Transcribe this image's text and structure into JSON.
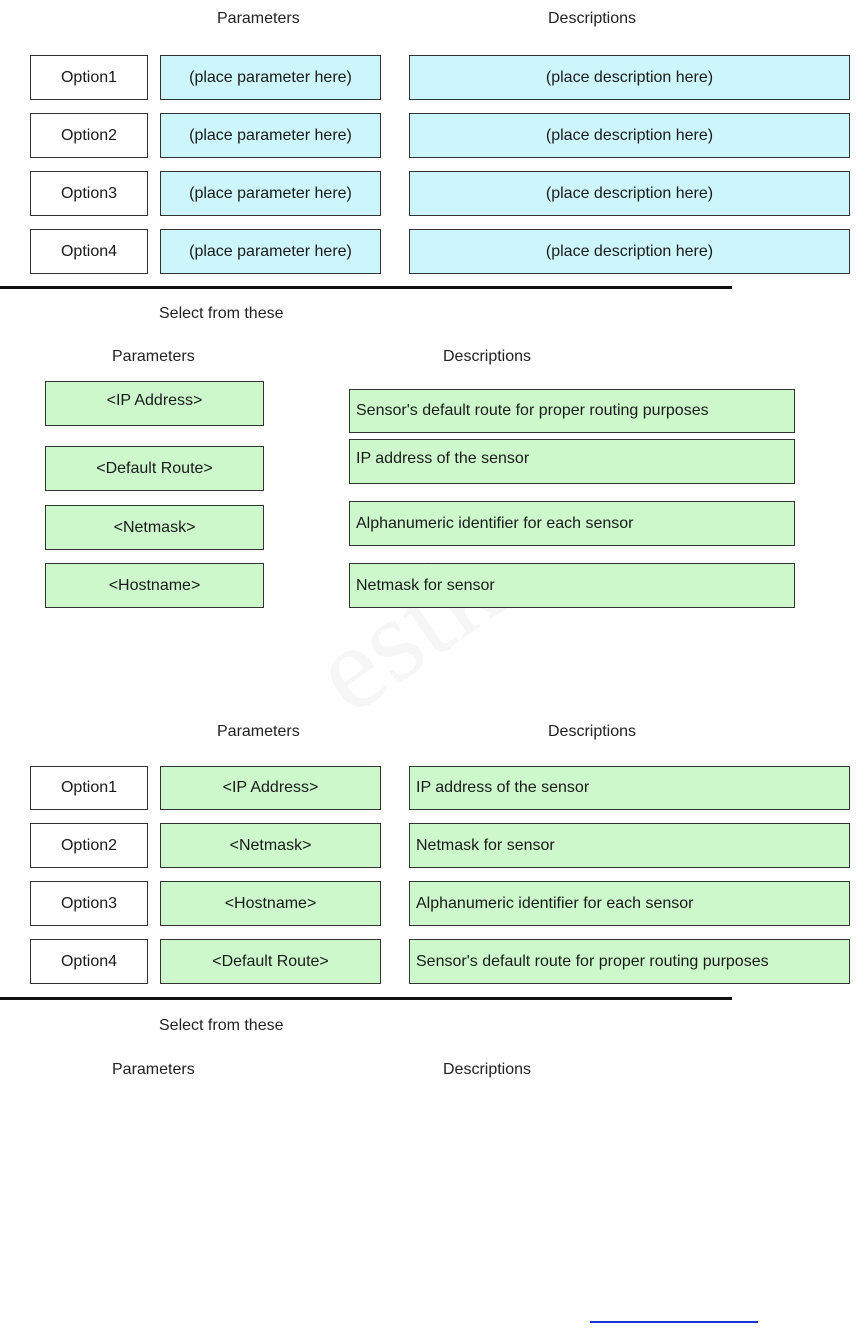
{
  "section1": {
    "header_parameters": "Parameters",
    "header_descriptions": "Descriptions",
    "rows": [
      {
        "option": "Option1",
        "parameter": "(place parameter here)",
        "description": "(place description here)"
      },
      {
        "option": "Option2",
        "parameter": "(place parameter here)",
        "description": "(place description here)"
      },
      {
        "option": "Option3",
        "parameter": "(place parameter here)",
        "description": "(place description here)"
      },
      {
        "option": "Option4",
        "parameter": "(place parameter here)",
        "description": "(place description here)"
      }
    ]
  },
  "pool1": {
    "select_label": "Select from these",
    "header_parameters": "Parameters",
    "header_descriptions": "Descriptions",
    "parameters": [
      "<IP Address>",
      "<Default Route>",
      "<Netmask>",
      "<Hostname>"
    ],
    "descriptions": [
      "Sensor's default route for proper routing purposes",
      "IP address of the sensor",
      "Alphanumeric identifier for each sensor",
      "Netmask for sensor"
    ]
  },
  "section2": {
    "header_parameters": "Parameters",
    "header_descriptions": "Descriptions",
    "rows": [
      {
        "option": "Option1",
        "parameter": "<IP Address>",
        "description": "IP address of the sensor"
      },
      {
        "option": "Option2",
        "parameter": "<Netmask>",
        "description": "Netmask for sensor"
      },
      {
        "option": "Option3",
        "parameter": "<Hostname>",
        "description": "Alphanumeric identifier for each sensor"
      },
      {
        "option": "Option4",
        "parameter": "<Default Route>",
        "description": "Sensor's default route for proper routing purposes"
      }
    ]
  },
  "pool2": {
    "select_label": "Select from these",
    "header_parameters": "Parameters",
    "header_descriptions": "Descriptions"
  },
  "colors": {
    "placeholder_fill": "#ccf6fb",
    "item_fill": "#ccf8cc",
    "link_underline": "#1a35d4"
  }
}
